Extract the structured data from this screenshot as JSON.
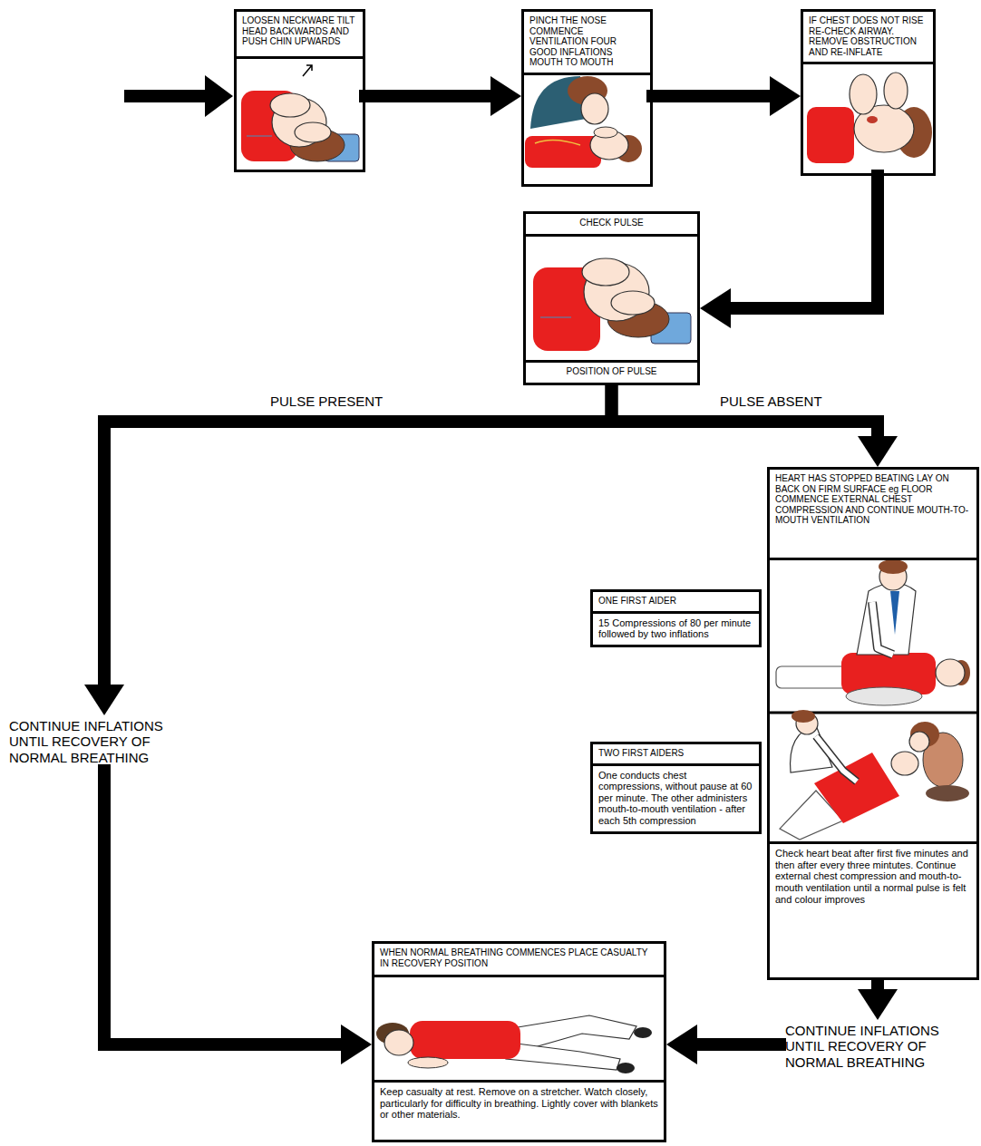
{
  "diagram": {
    "nodes": [
      {
        "text": [
          "LOOSEN NECKWARE TILT HEAD BACKWARDS AND PUSH CHIN UPWARDS"
        ]
      },
      {
        "text": [
          "PINCH THE NOSE COMMENCE VENTILATION FOUR GOOD INFLATIONS MOUTH TO MOUTH"
        ]
      },
      {
        "text": [
          "IF CHEST DOES NOT RISE RE-CHECK AIRWAY. REMOVE OBSTRUCTION AND RE-INFLATE"
        ]
      },
      {
        "text": [
          "CHECK PULSE",
          "POSITION OF PULSE"
        ]
      },
      {
        "text": [
          "HEART HAS STOPPED BEATING LAY ON BACK ON FIRM SURFACE eg FLOOR COMMENCE EXTERNAL CHEST COMPRESSION AND CONTINUE MOUTH-TO-MOUTH VENTILATION",
          "Check heart beat after first five minutes and then after every three mintutes. Continue external chest compression and mouth-to-mouth ventilation until a normal pulse is felt and colour improves"
        ]
      },
      {
        "text": [
          "ONE FIRST AIDER",
          "15 Compressions of 80 per minute followed by two inflations"
        ]
      },
      {
        "text": [
          "TWO FIRST AIDERS",
          "One conducts chest compressions, without pause at 60 per minute. The other administers mouth-to-mouth ventilation - after each 5th compression"
        ]
      },
      {
        "text": [
          "CONTINUE INFLATIONS UNTIL RECOVERY OF NORMAL BREATHING"
        ]
      },
      {
        "text": [
          "CONTINUE INFLATIONS UNTIL RECOVERY OF NORMAL BREATHING"
        ]
      },
      {
        "text": [
          "WHEN NORMAL BREATHING COMMENCES PLACE CASUALTY IN RECOVERY POSITION",
          "Keep casualty at rest. Remove on a stretcher. Watch closely, particularly for difficulty in breathing. Lightly cover with blankets or other materials."
        ]
      }
    ],
    "edges": [
      {
        "from": 0,
        "to": 1,
        "arrow": "to"
      },
      {
        "from": 1,
        "to": 2,
        "arrow": "to"
      },
      {
        "from": 2,
        "to": 3,
        "arrow": "to"
      },
      {
        "from": 3,
        "to": 7,
        "label": "PULSE PRESENT",
        "arrow": "to"
      },
      {
        "from": 3,
        "to": 4,
        "label": "PULSE ABSENT",
        "arrow": "to"
      },
      {
        "from": 4,
        "to": 8,
        "arrow": "to"
      },
      {
        "from": 7,
        "to": 9,
        "arrow": "to"
      },
      {
        "from": 8,
        "to": 9,
        "arrow": "to"
      }
    ]
  }
}
